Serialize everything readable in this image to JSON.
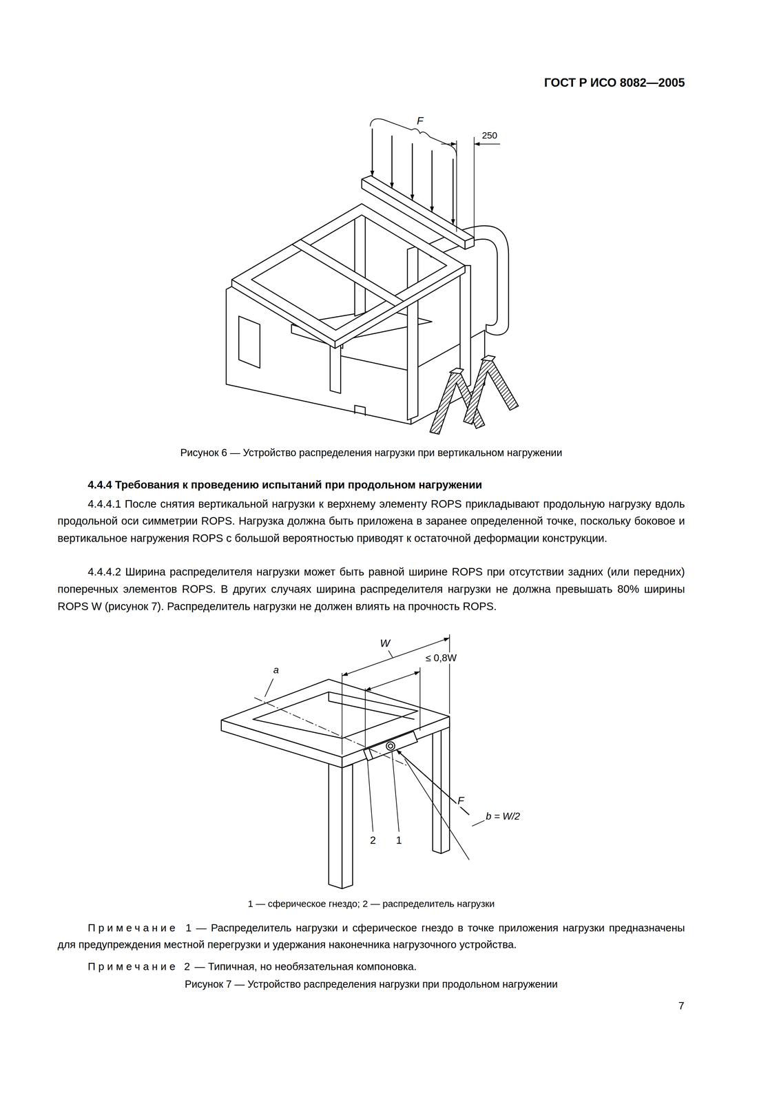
{
  "diagram": {
    "title": "ГОСТ Р ИСО 8082—2005",
    "labels": [
      "F",
      "250",
      "Рисунок 6 — Устройство распределения нагрузки при вертикальном нагружении",
      "4.4.4 Требования к проведению испытаний при продольном нагружении",
      "4.4.4.1 После снятия вертикальной нагрузки к верхнему элементу ROPS прикладывают продольную нагрузку вдоль продольной оси симметрии ROPS. Нагрузка должна быть приложена в заранее определенной точке, поскольку боковое и вертикальное нагружения ROPS с большой вероятностью приводят к остаточной деформации конструкции.",
      "4.4.4.2 Ширина распределителя нагрузки может быть равной ширине ROPS при отсутствии задних (или передних) поперечных элементов ROPS. В других случаях ширина распределителя нагрузки не должна превышать 80% ширины ROPS W (рисунок 7). Распределитель нагрузки не должен влиять на прочность ROPS.",
      "W",
      "≤ 0,8W",
      "a",
      "F",
      "b = W/2",
      "2",
      "1",
      "1 — сферическое гнездо; 2 — распределитель нагрузки",
      "Примечание 1",
      "— Распределитель нагрузки и сферическое гнездо в точке приложения нагрузки предназначены для предупреждения местной перегрузки и удержания наконечника нагрузочного устройства.",
      "Примечание 2",
      "— Типичная, но необязательная компоновка.",
      "Рисунок 7 — Устройство распределения нагрузки при продольном нагружении",
      "7"
    ]
  }
}
